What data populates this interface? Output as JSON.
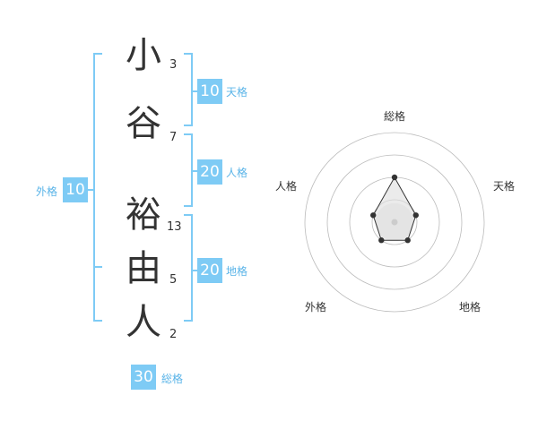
{
  "name_chars": [
    {
      "char": "小",
      "strokes": "3"
    },
    {
      "char": "谷",
      "strokes": "7"
    },
    {
      "char": "裕",
      "strokes": "13"
    },
    {
      "char": "由",
      "strokes": "5"
    },
    {
      "char": "人",
      "strokes": "2"
    }
  ],
  "grids": {
    "tenkaku": {
      "label": "天格",
      "value": "10"
    },
    "jinkaku": {
      "label": "人格",
      "value": "20"
    },
    "chikaku": {
      "label": "地格",
      "value": "20"
    },
    "gaikaku": {
      "label": "外格",
      "value": "10"
    },
    "soukaku": {
      "label": "総格",
      "value": "30"
    }
  },
  "colors": {
    "accent": "#7ecbf5",
    "accent_text": "#5ab4e8",
    "text": "#333333",
    "ring": "#bbbbbb"
  },
  "chart_data": {
    "type": "radar",
    "axes": [
      "総格",
      "天格",
      "地格",
      "外格",
      "人格"
    ],
    "values": [
      2,
      1,
      1,
      1,
      1
    ],
    "rings": 4,
    "max": 4
  }
}
